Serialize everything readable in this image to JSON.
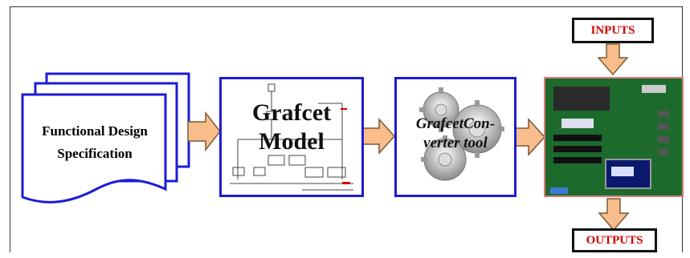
{
  "labels": {
    "functional_design_spec": "Functional Design\nSpecification",
    "grafcet_model": "Grafcet\nModel",
    "converter_tool": "GrafcetCon-\nverter tool",
    "inputs": "INPUTS",
    "outputs": "OUTPUTS"
  },
  "colors": {
    "block_border": "#1c1cd6",
    "arrow_fill": "#f8bd8a",
    "arrow_stroke": "#7a5a3a",
    "io_text": "#d40000",
    "board_green": "#1c6b2c"
  },
  "icons": {
    "document_stack": "document-stack-icon",
    "gears": "gear-icon",
    "board": "circuit-board-icon"
  }
}
